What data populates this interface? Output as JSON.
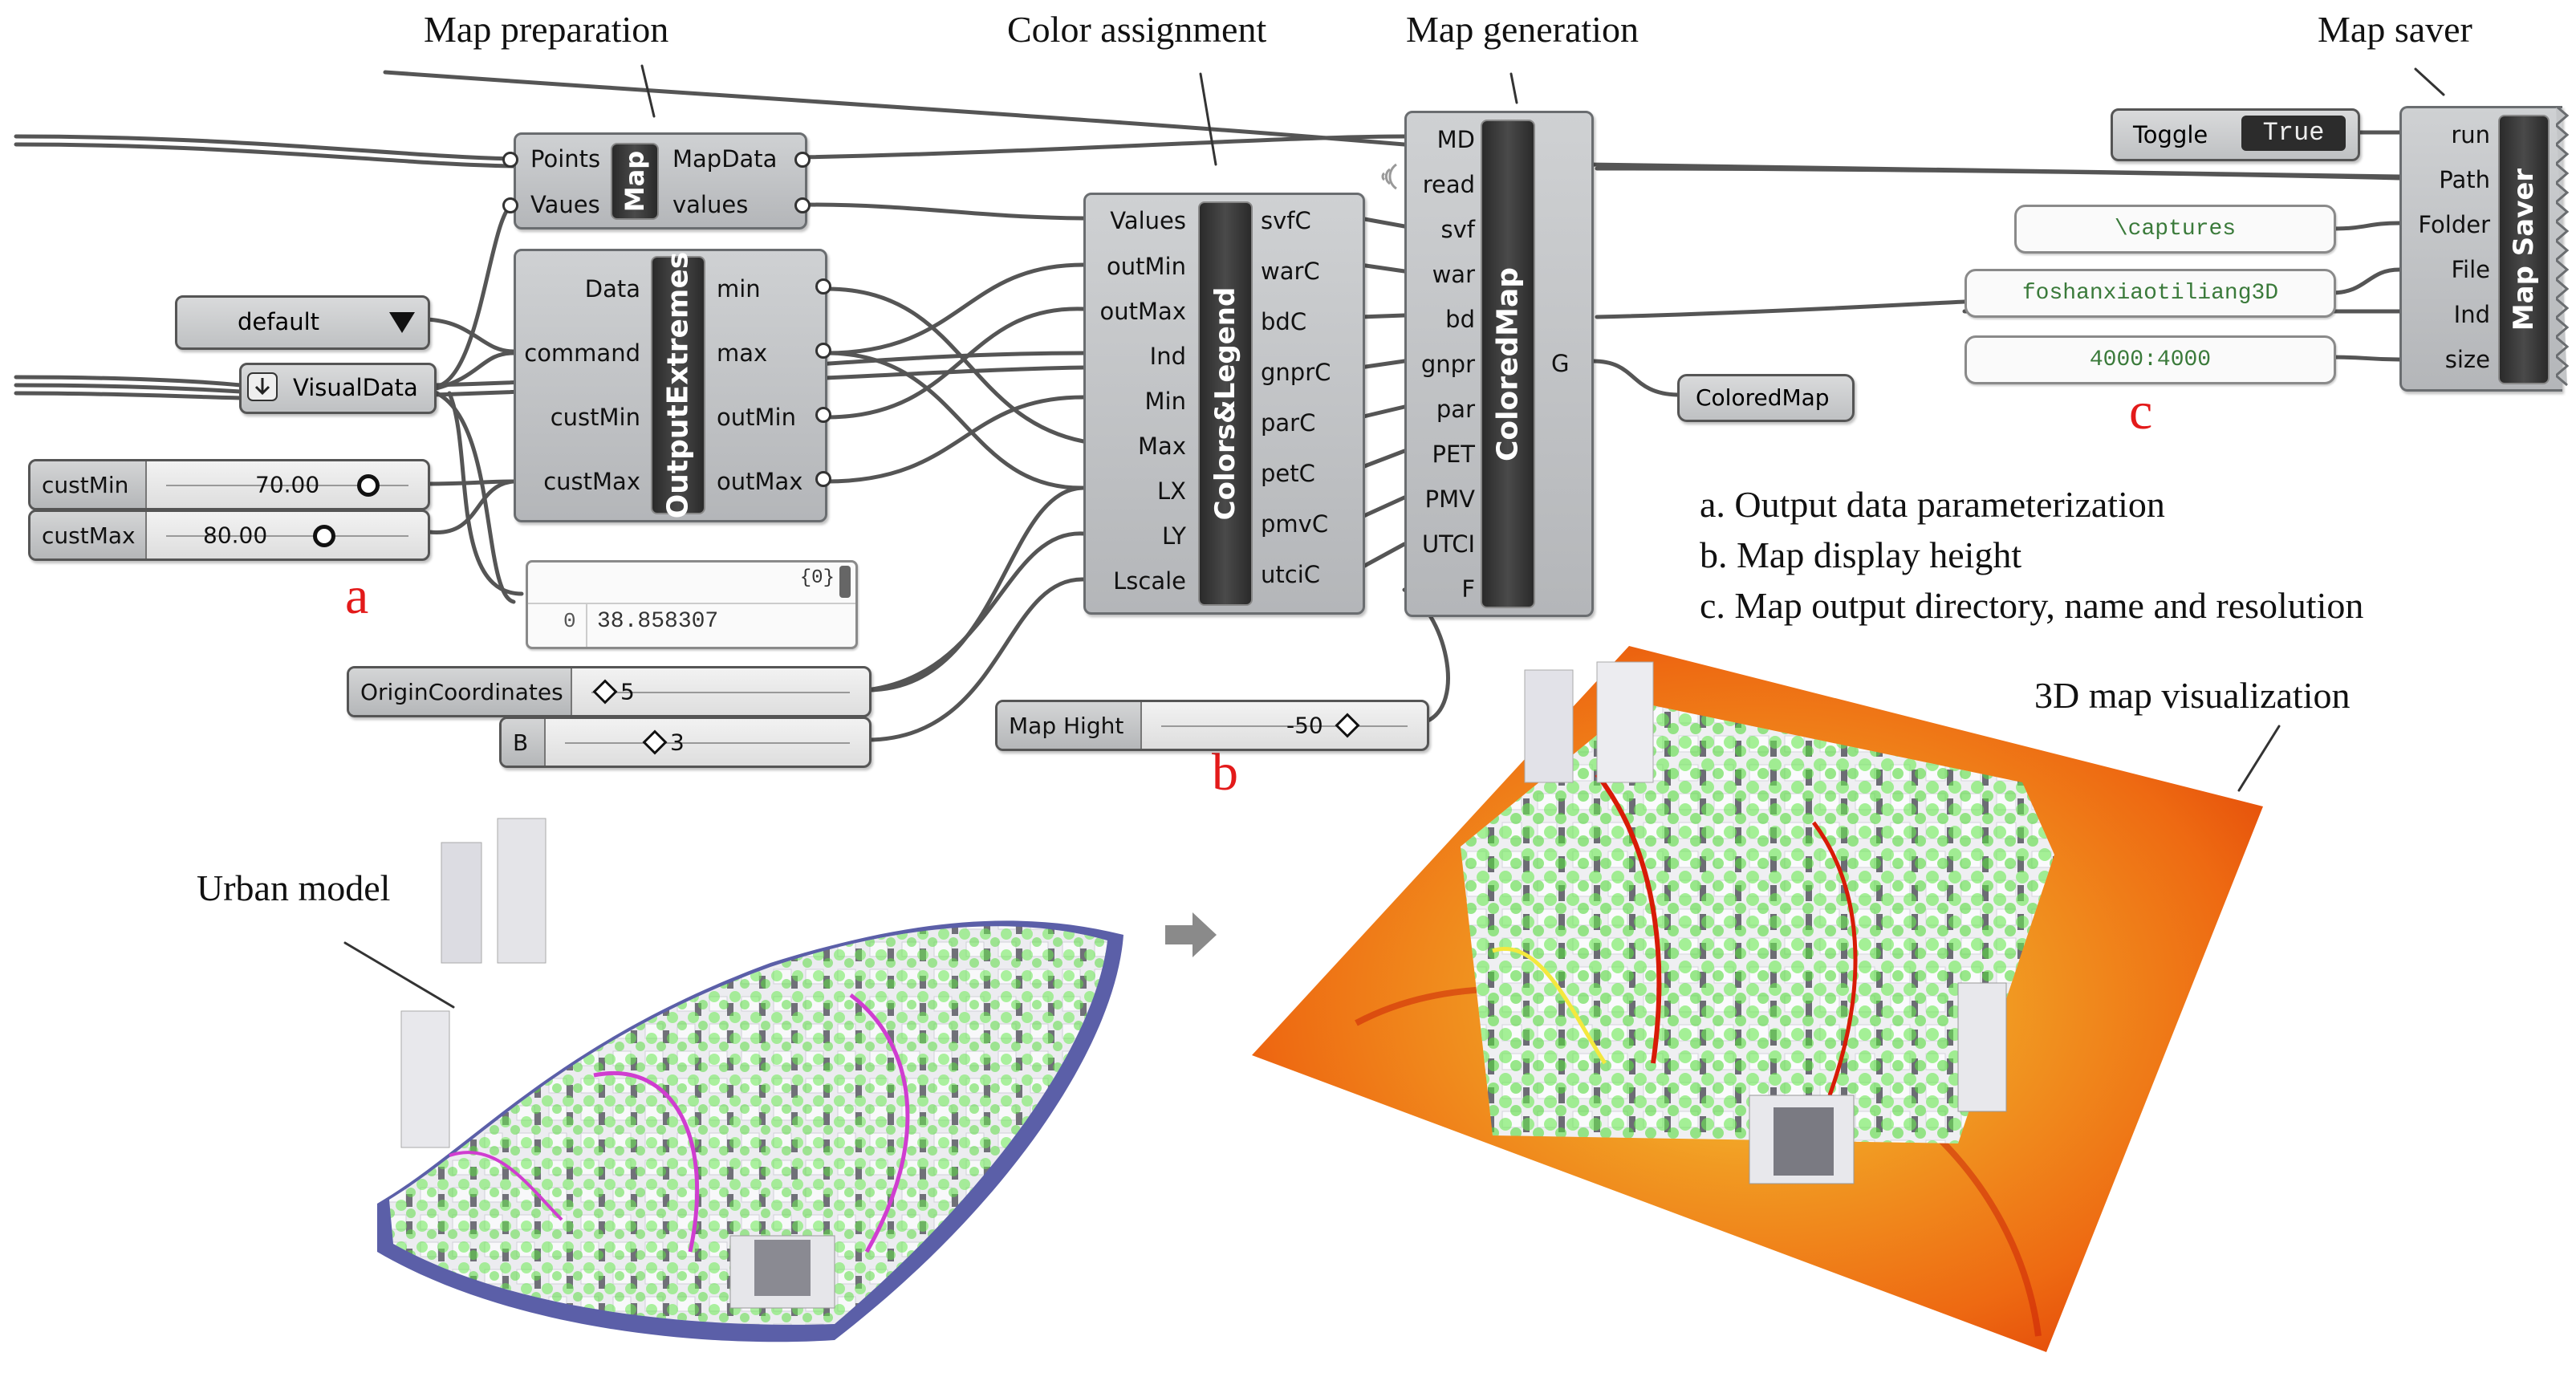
{
  "annotations": {
    "map_preparation": "Map preparation",
    "color_assignment": "Color assignment",
    "map_generation": "Map generation",
    "map_saver": "Map saver",
    "urban_model": "Urban model",
    "visualization_3d": "3D map visualization"
  },
  "markers": {
    "a": "a",
    "b": "b",
    "c": "c"
  },
  "legend": [
    "a. Output data parameterization",
    "b. Map display height",
    "c. Map output directory, name and resolution"
  ],
  "components": {
    "map": {
      "title": "Map",
      "inputs": [
        "Points",
        "Vaues"
      ],
      "outputs": [
        "MapData",
        "values"
      ]
    },
    "output_extremes": {
      "title": "OutputExtremes",
      "inputs": [
        "Data",
        "command",
        "custMin",
        "custMax"
      ],
      "outputs": [
        "min",
        "max",
        "outMin",
        "outMax"
      ]
    },
    "colors_legend": {
      "title": "Colors&Legend",
      "inputs": [
        "Values",
        "outMin",
        "outMax",
        "Ind",
        "Min",
        "Max",
        "LX",
        "LY",
        "Lscale"
      ],
      "outputs": [
        "svfC",
        "warC",
        "bdC",
        "gnprC",
        "parC",
        "petC",
        "pmvC",
        "utciC"
      ]
    },
    "colored_map": {
      "title": "ColoredMap",
      "inputs": [
        "MD",
        "read",
        "svf",
        "war",
        "bd",
        "gnpr",
        "par",
        "PET",
        "PMV",
        "UTCI",
        "F"
      ],
      "outputs": [
        "G"
      ]
    },
    "map_saver": {
      "title": "Map Saver",
      "inputs": [
        "run",
        "Path",
        "Folder",
        "File",
        "Ind",
        "size"
      ]
    }
  },
  "widgets": {
    "default_dropdown": "default",
    "visual_data": "VisualData",
    "cust_min": {
      "label": "custMin",
      "value": "70.00"
    },
    "cust_max": {
      "label": "custMax",
      "value": "80.00"
    },
    "origin": {
      "label": "OriginCoordinates",
      "value": "5"
    },
    "b_slider": {
      "label": "B",
      "value": "3"
    },
    "map_hight": {
      "label": "Map Hight",
      "value": "-50"
    },
    "panel": {
      "path": "{0}",
      "index": "0",
      "value": "38.858307"
    },
    "toggle": {
      "label": "Toggle",
      "value": "True"
    },
    "folder": "\\captures",
    "file": "foshanxiaotiliang3D",
    "size": "4000:4000",
    "colored_map_param": "ColoredMap"
  },
  "colors": {
    "component_fill": "#c3c5c7",
    "core_dark": "#333333",
    "marker_red": "#e31a1a",
    "terrain_orange": "#ef6a10",
    "terrain_yellow": "#f7e640",
    "tree_green": "#66ee55",
    "ground_blue": "#5b5fa8"
  },
  "icons": [
    "dropdown-arrow-icon",
    "download-icon",
    "wireless-icon",
    "right-arrow-icon"
  ]
}
